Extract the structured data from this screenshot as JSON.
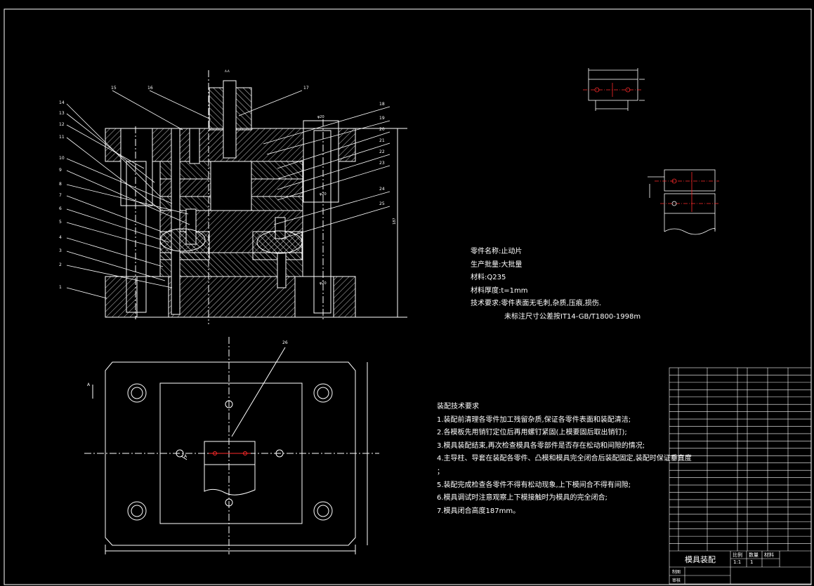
{
  "colors": {
    "background": "#000000",
    "lines": "#ffffff",
    "center_lines": "#ff2a2a",
    "hatch": "#ffffff"
  },
  "section_view": {
    "callouts_left": [
      "14",
      "13",
      "12",
      "11",
      "10",
      "9",
      "8",
      "7",
      "6",
      "5",
      "4",
      "3",
      "2",
      "1"
    ],
    "callouts_top": [
      "15",
      "16",
      "17"
    ],
    "callouts_right": [
      "18",
      "19",
      "20",
      "21",
      "22",
      "23",
      "24",
      "25"
    ],
    "top_small_label": "A-A"
  },
  "plan_view": {
    "callout": "26",
    "section_marks": [
      "A",
      "A"
    ]
  },
  "part_info": {
    "name": "零件名称:止动片",
    "batch": "生产批量:大批量",
    "material": "材料:Q235",
    "thickness": "材料厚度:t=1mm",
    "tech_req": "技术要求:零件表面无毛刺,杂质,压痕,损伤.",
    "tolerance": "未标注尺寸公差按IT14-GB/T1800-1998m"
  },
  "assembly_requirements": {
    "title": "装配技术要求",
    "items": [
      "1.装配前清理各零件加工残留杂质,保证各零件表面和装配清洁;",
      "2.各模板先用销钉定位后再用螺钉紧固(上模要固后取出销钉);",
      "3.模具装配结束,再次检查模具各零部件是否存在松动和间隙的情况;",
      "4.主导柱、导套在装配各零件、凸模和模具完全闭合后装配固定,装配时保证垂直度",
      "；",
      "5.装配完成检查各零件不得有松动现象,上下模间合不得有间隙;",
      "6.模具调试时注意观察上下模接触时为模具的完全闭合;",
      "7.模具闭合高度187mm。"
    ]
  },
  "title_block": {
    "title": "模具装配",
    "headers": [
      "比例",
      "数量",
      "材料"
    ],
    "scale": "1:1",
    "quantity": "1",
    "rows_left": [
      "制图",
      "审核"
    ]
  }
}
